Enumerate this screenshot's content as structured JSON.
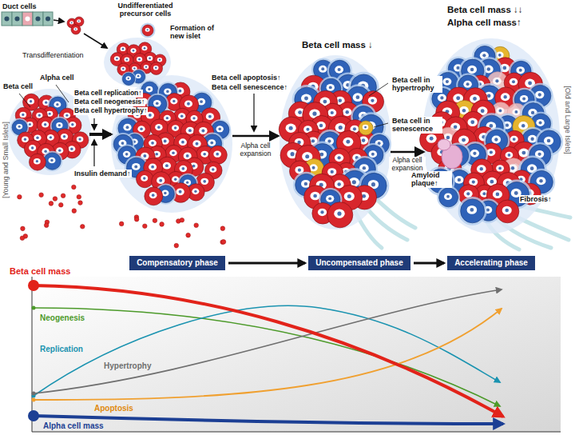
{
  "diagram": {
    "nodes": [
      {
        "text": [
          "Compensatory phase"
        ]
      },
      {
        "text": [
          "Uncompensated phase"
        ]
      },
      {
        "text": [
          "Accelerating phase"
        ]
      }
    ],
    "edges": [
      {
        "from": 0,
        "to": 1,
        "arrow": "to"
      },
      {
        "from": 1,
        "to": 2,
        "arrow": "to"
      }
    ],
    "labels": [
      "Duct cells",
      "Undifferentiated precursor cells",
      "Formation of new islet",
      "Transdifferentiation",
      "Alpha cell",
      "Beta cell",
      "Beta cell replication↑",
      "Beta cell neogenesis↑",
      "Beta cell hypertrophy↑",
      "Insulin demand↑",
      "[Young and Small Islets]",
      "Beta cell apoptosis↑",
      "Beta cell senescence↑",
      "Alpha cell expansion",
      "Beta cell mass ↓",
      "Beta cell in hypertrophy",
      "Beta cell in senescence",
      "Alpha cell expansion",
      "Beta cell mass ↓↓",
      "Alpha cell mass↑",
      "Amyloid plaque↑",
      "Fibrosis↑",
      "[Old and Large Islets]",
      "Beta cell mass",
      "Neogenesis",
      "Replication",
      "Hypertrophy",
      "Apoptosis",
      "Alpha cell mass"
    ]
  }
}
